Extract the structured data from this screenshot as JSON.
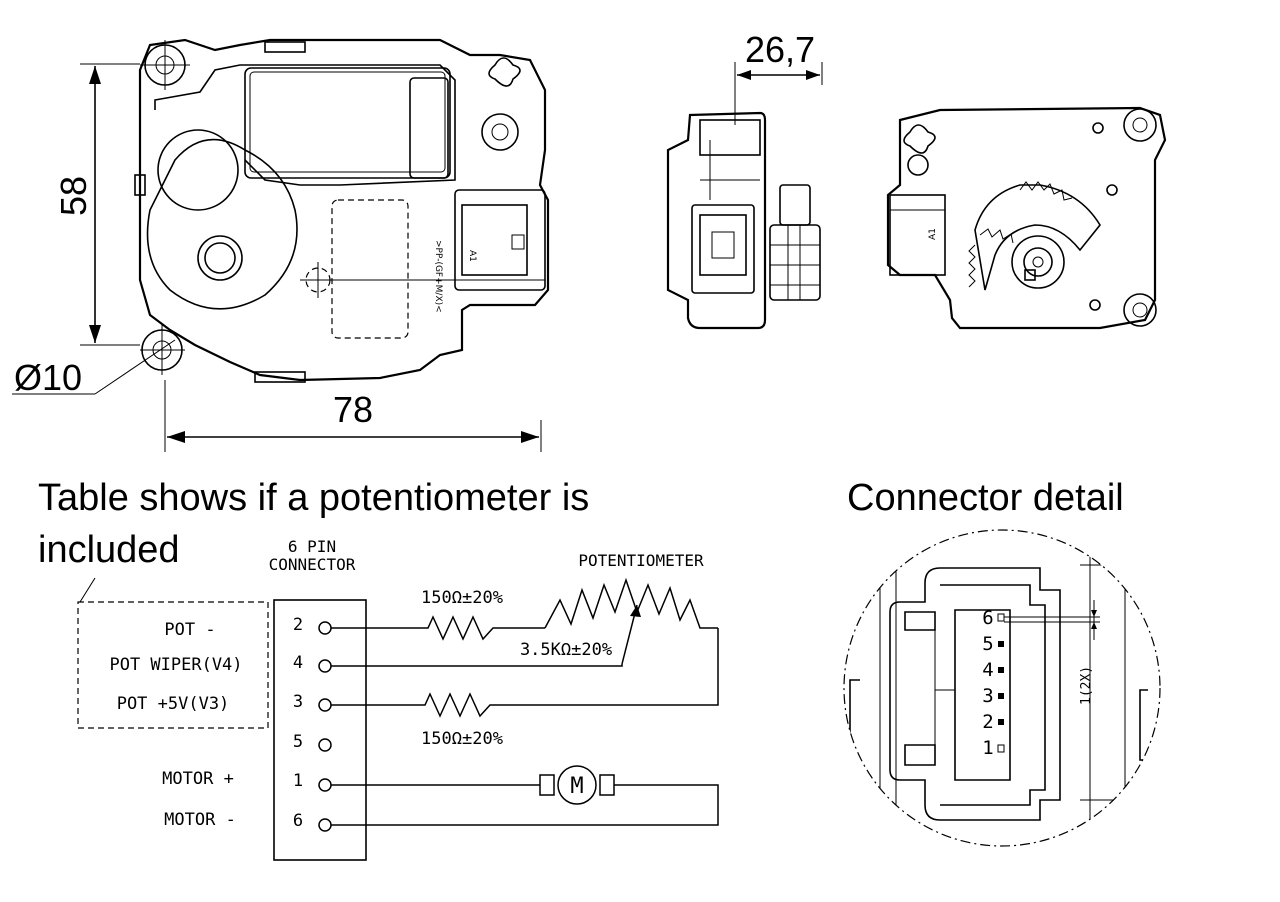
{
  "dimensions": {
    "height": "58",
    "width": "78",
    "depth": "26,7",
    "hole_diameter": "Ø10"
  },
  "drawing_marks": {
    "connector_tag": "A1",
    "housing_text": ">PP-(GF+M/X)<"
  },
  "headings": {
    "table_note_line1": "Table shows if a potentiometer is",
    "table_note_line2": "included",
    "connector_detail": "Connector detail"
  },
  "schematic": {
    "connector_title_line1": "6 PIN",
    "connector_title_line2": "CONNECTOR",
    "potentiometer_label": "POTENTIOMETER",
    "resistor_top": "150Ω±20%",
    "resistor_bottom": "150Ω±20%",
    "pot_resistance": "3.5KΩ±20%",
    "motor_symbol": "M",
    "pins": [
      {
        "label": "POT -",
        "pin": "2"
      },
      {
        "label": "POT WIPER(V4)",
        "pin": "4"
      },
      {
        "label": "POT +5V(V3)",
        "pin": "3"
      },
      {
        "label": "",
        "pin": "5"
      },
      {
        "label": "MOTOR +",
        "pin": "1"
      },
      {
        "label": "MOTOR -",
        "pin": "6"
      }
    ]
  },
  "connector_detail": {
    "pin_numbers": [
      "6",
      "5",
      "4",
      "3",
      "2",
      "1"
    ],
    "pitch_note": "1(2X)"
  }
}
